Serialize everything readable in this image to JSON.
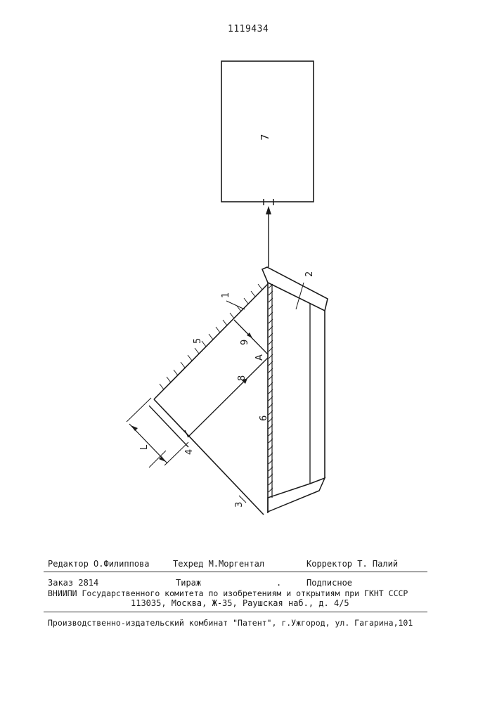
{
  "header": {
    "patent_number": "1119434"
  },
  "figure": {
    "block_label": "7",
    "labels": {
      "n1": "1",
      "n2": "2",
      "n3": "3",
      "n4": "4",
      "n5": "5",
      "n6": "6",
      "n8": "8",
      "n9": "9",
      "A": "A",
      "L": "L"
    }
  },
  "colophon": {
    "editor": "Редактор О.Филиппова",
    "techred": "Техред М.Моргентал",
    "corrector": "Корректор Т. Палий",
    "order": "Заказ 2814",
    "circulation": "Тираж",
    "dot": ".",
    "subscription": "Подписное",
    "institution": "ВНИИПИ Государственного комитета по изобретениям и открытиям при ГКНТ СССР",
    "address": "113035, Москва, Ж-35, Раушская наб., д. 4/5",
    "printer": "Производственно-издательский комбинат \"Патент\", г.Ужгород, ул. Гагарина,101"
  }
}
